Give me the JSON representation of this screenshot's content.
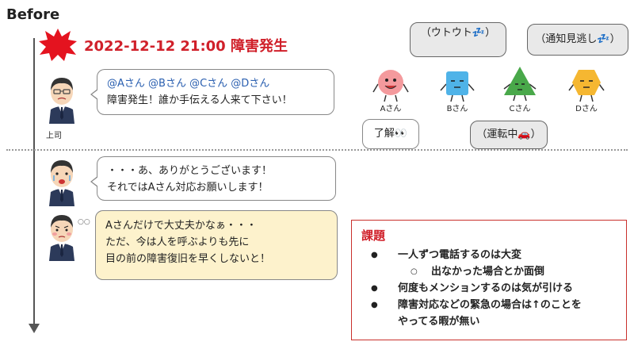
{
  "header": {
    "before_label": "Before"
  },
  "incident": {
    "title": "2022-12-12 21:00 障害発生"
  },
  "boss": {
    "caption": "上司"
  },
  "messages": [
    {
      "line1": "@Aさん @Bさん @Cさん @Dさん",
      "line2": "障害発生！誰か手伝える人来て下さい！"
    },
    {
      "line1": "・・・あ、ありがとうございます！",
      "line2": "それではAさん対応お願いします！"
    },
    {
      "line1": "Aさんだけで大丈夫かなぁ・・・",
      "line2": "ただ、今は人を呼ぶよりも先に",
      "line3": "目の前の障害復旧を早くしないと！"
    }
  ],
  "thought_marks": "○○",
  "members": [
    {
      "label": "Aさん",
      "color": "#f49a9d",
      "reply": "了解👀"
    },
    {
      "label": "Bさん",
      "color": "#4fb3e8",
      "reply": "（ウトウト💤）"
    },
    {
      "label": "Cさん",
      "color": "#49a84a",
      "reply": "（運転中🚗）"
    },
    {
      "label": "Dさん",
      "color": "#f5b731",
      "reply": "（通知見逃し💤）"
    }
  ],
  "challenges": {
    "title": "課題",
    "items": [
      {
        "text": "一人ずつ電話するのは大変",
        "sub": "出なかった場合とか面倒"
      },
      {
        "text": "何度もメンションするのは気が引ける"
      },
      {
        "text": "障害対応などの緊急の場合は↑のことを",
        "cont": "やってる暇が無い"
      }
    ]
  },
  "colors": {
    "accent_red": "#d0202a",
    "bubble_yellow": "#fdf2cc",
    "bubble_gray": "#e9e9e9",
    "mention_blue": "#2a5fb0"
  }
}
